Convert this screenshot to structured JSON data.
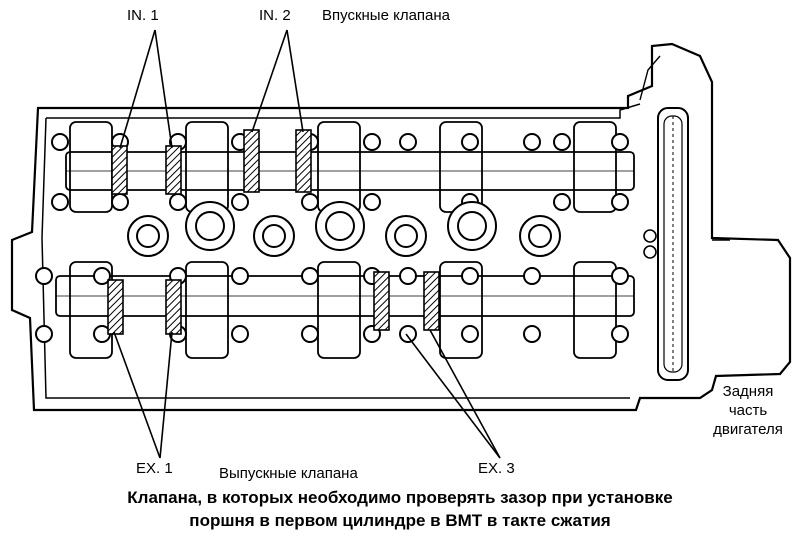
{
  "labels": {
    "in1": "IN. 1",
    "in2": "IN. 2",
    "intake_valves": "Впускные клапана",
    "ex1": "EX. 1",
    "exhaust_valves": "Выпускные клапана",
    "ex3": "EX. 3",
    "rear_line1": "Задняя",
    "rear_line2": "часть",
    "rear_line3": "двигателя"
  },
  "caption": {
    "line1": "Клапана, в которых необходимо проверять зазор при установке",
    "line2": "поршня в первом цилиндре в ВМТ в такте сжатия"
  }
}
